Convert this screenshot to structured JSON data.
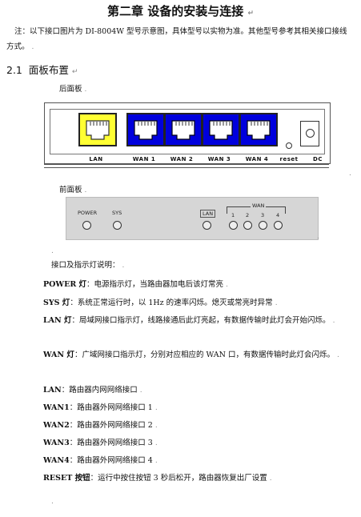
{
  "chapter_title": "第二章  设备的安装与连接",
  "para_mark": "↵",
  "small_mark": ".",
  "note_text": "注：以下接口图片为 DI-8004W 型号示意图，具体型号以实物为准。其他型号参考其相关接口接线方式。",
  "section": {
    "number": "2.1",
    "title": "面板布置"
  },
  "rear_panel_label": "后面板",
  "front_panel_label": "前面板",
  "rear_ports": [
    "LAN",
    "WAN 1",
    "WAN 2",
    "WAN 3",
    "WAN 4"
  ],
  "rear_reset": "reset",
  "rear_dc": "DC",
  "front_leds": {
    "power": "POWER",
    "sys": "SYS",
    "lan": "LAN",
    "wan": "WAN",
    "wan_nums": [
      "1",
      "2",
      "3",
      "4"
    ]
  },
  "colors": {
    "lan_port": "#ffff33",
    "wan_port": "#0000dd",
    "front_panel": "#d6d6d6"
  },
  "interface_heading": "接口及指示灯说明：",
  "descriptions": [
    {
      "term": "POWER 灯",
      "text": "：电源指示灯，当路由器加电后该灯常亮"
    },
    {
      "term": "SYS 灯",
      "text": "：系统正常运行时，以 1Hz 的速率闪烁。熄灭或常亮时异常"
    },
    {
      "term": "LAN 灯",
      "text": "：局域网接口指示灯，线路接通后此灯亮起，有数据传输时此灯会开始闪烁。"
    },
    {
      "term": "WAN 灯",
      "text": "：广域网接口指示灯，分别对应相应的 WAN 口，有数据传输时此灯会闪烁。"
    },
    {
      "term": "LAN",
      "text": "：路由器内网网络接口"
    },
    {
      "term": "WAN1",
      "text": "：路由器外网网络接口 1"
    },
    {
      "term": "WAN2",
      "text": "：路由器外网网络接口 2"
    },
    {
      "term": "WAN3",
      "text": "：路由器外网网络接口 3"
    },
    {
      "term": "WAN4",
      "text": "：路由器外网网络接口 4"
    },
    {
      "term": "RESET 按钮",
      "text": "：运行中按住按钮 3 秒后松开，路由器恢复出厂设置"
    }
  ]
}
